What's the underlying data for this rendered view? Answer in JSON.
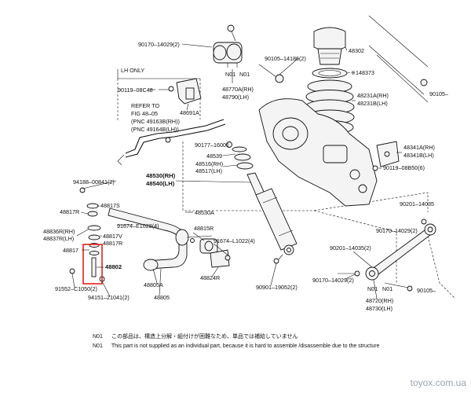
{
  "labels": {
    "p90170_top": "90170–14029(2)",
    "lh_only": "LH ONLY",
    "p90119_08c48": "90119–08C48",
    "p48691a": "48691A",
    "refer_to": "REFER TO",
    "fig": "FIG 48–05",
    "pnc_rh": "(PNC 49163B(RH))",
    "pnc_lh": "(PNC 49164B(LH))",
    "n01_a": "N01",
    "n01_b": "N01",
    "p48770a": "48770A(RH)",
    "p48790": "48790(LH)",
    "p90105_14186": "90105–14186(2)",
    "p48302": "48302",
    "p148373": "※148373",
    "p48231a": "48231A(RH)",
    "p48231b": "48231B(LH)",
    "p90105_r": "90105–",
    "p90177": "90177–16001",
    "p48539": "48539",
    "p48516": "48516(RH)",
    "p48517": "48517(LH)",
    "p48341a": "48341A(RH)",
    "p48341b": "48341B(LH)",
    "p90119_08b50": "90119–08B50(6)",
    "p48530": "48530(RH)",
    "p48540": "48540(LH)",
    "p94188": "94188–00841(2)",
    "p48817s": "48817S",
    "p48817r_a": "48817R",
    "p48530a": "48530A",
    "p90201_14035_a": "90201–14035",
    "p90170_14029_b": "90170–14029(2)",
    "p91674_e1028": "91674–E1028(4)",
    "p48836r": "48836R(RH)",
    "p48837r": "48837R(LH)",
    "p48817v": "48817V",
    "p48817r_b": "48817R",
    "p48815r": "48815R",
    "p91674_l1022": "91674–L1022(4)",
    "p48817": "48817",
    "p48802": "48802",
    "p90201_14035_b": "90201–14035(2)",
    "p48824r": "48824R",
    "p91552": "91552–C1050(2)",
    "p48805a": "48805A",
    "p90901": "90901–19052(2)",
    "p90170_14029_c": "90170–14029(2)",
    "n01_c": "N01",
    "n01_d": "N01",
    "p90105_b": "90105–",
    "p94151": "94151–21041(2)",
    "p48805": "48805",
    "p48720": "48720(RH)",
    "p48730": "48730(LH)"
  },
  "notes": [
    {
      "code": "N01",
      "text": "この部品は、構造上分解・組付けが困難なため、単品では補給していません"
    },
    {
      "code": "N01",
      "text": "This part is not supplied as an individual part, because it is hard to assemble /disassemble due to the structure"
    }
  ],
  "watermark": "toyox.com.ua",
  "colors": {
    "highlight": "#e2231a",
    "line": "#111111",
    "watermark": "#9aa3ad"
  }
}
